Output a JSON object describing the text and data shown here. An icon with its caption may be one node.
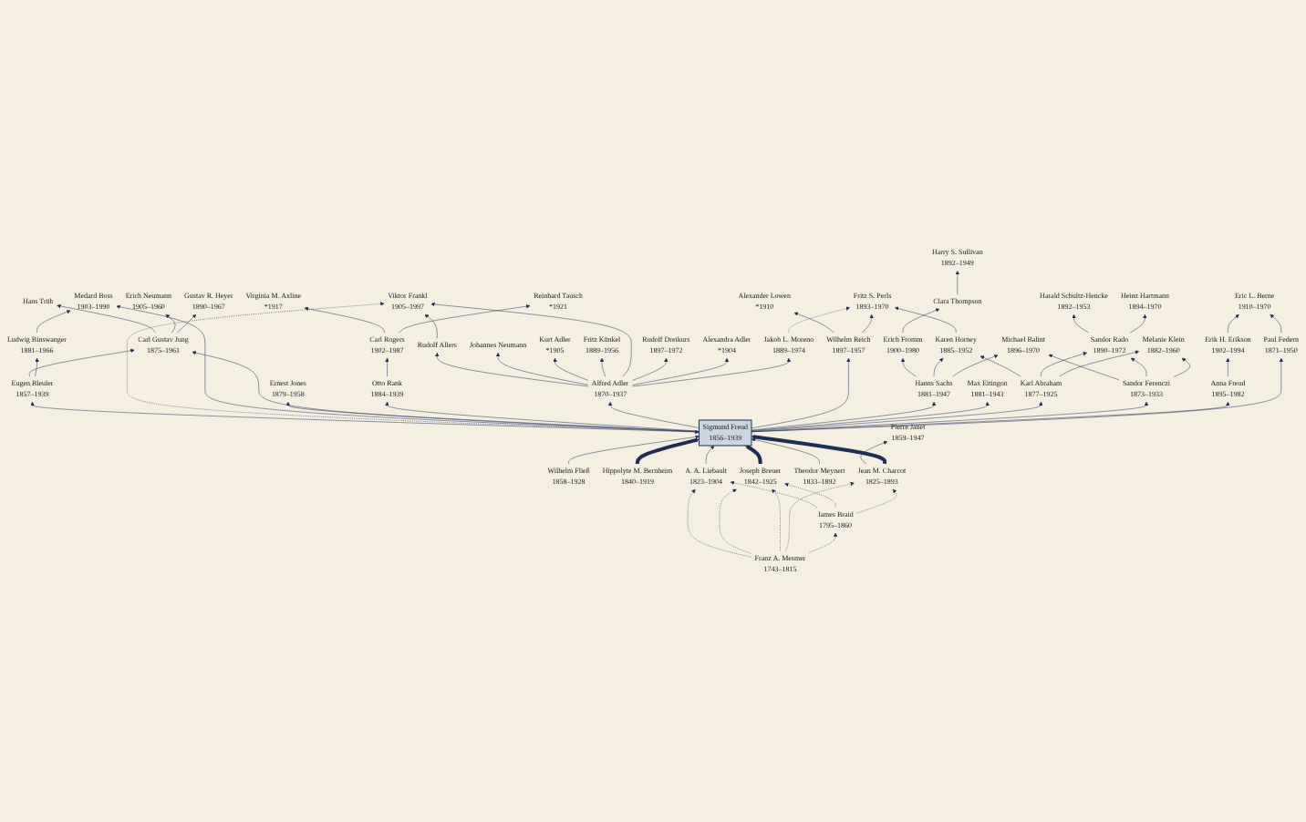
{
  "diagram": {
    "nodes": [
      {
        "text": [
          "Reinhard Tausch",
          "*1921"
        ]
      },
      {
        "text": [
          "Rudolf Dreikurs",
          "1897–1972"
        ]
      },
      {
        "text": [
          "Eric L. Berne",
          "1910–1970"
        ]
      },
      {
        "text": [
          "Viktor Frankl",
          "1905–1997"
        ]
      },
      {
        "text": [
          "Virginia M. Axline",
          "*1917"
        ]
      },
      {
        "text": [
          "Heinz Hartmann",
          "1894–1970"
        ]
      },
      {
        "text": [
          "Johannes Neumann"
        ]
      },
      {
        "text": [
          "Rudolf Allers"
        ]
      },
      {
        "text": [
          "Erich Neumann",
          "1905–1960"
        ]
      },
      {
        "text": [
          "Harald Schultz-Hencke",
          "1892–1953"
        ]
      },
      {
        "text": [
          "Harry S. Sullivan",
          "1892–1949"
        ]
      },
      {
        "text": [
          "Clara Thompson"
        ]
      },
      {
        "text": [
          "Fritz S. Perls",
          "1893–1970"
        ]
      },
      {
        "text": [
          "Fritz Künkel",
          "1889–1956"
        ]
      },
      {
        "text": [
          "Kurt Adler",
          "*1905"
        ]
      },
      {
        "text": [
          "Carl Rogers",
          "1902–1987"
        ]
      },
      {
        "text": [
          "Erik H. Erikson",
          "1902–1994"
        ]
      },
      {
        "text": [
          "Karen Horney",
          "1885–1952"
        ]
      },
      {
        "text": [
          "Erich Fromm",
          "1900–1980"
        ]
      },
      {
        "text": [
          "Alexander Lowen",
          "*1910"
        ]
      },
      {
        "text": [
          "Alexandra Adler",
          "*1904"
        ]
      },
      {
        "text": [
          "Hans Trüb"
        ]
      },
      {
        "text": [
          "Gustav R. Heyer",
          "1890–1967"
        ]
      },
      {
        "text": [
          "Melanie Klein",
          "1882–1960"
        ]
      },
      {
        "text": [
          "Sandor Rado",
          "1890–1972"
        ]
      },
      {
        "text": [
          "Michael Balint",
          "1896–1970"
        ]
      },
      {
        "text": [
          "Medard Boss",
          "1903–1990"
        ]
      },
      {
        "text": [
          "Jakob L. Moreno",
          "1889–1974"
        ]
      },
      {
        "text": [
          "Ludwig Binswanger",
          "1881–1966"
        ]
      },
      {
        "text": [
          "Anna Freud",
          "1895–1982"
        ]
      },
      {
        "text": [
          "Wilhelm Reich",
          "1897–1957"
        ]
      },
      {
        "text": [
          "Alfred Adler",
          "1870–1937"
        ]
      },
      {
        "text": [
          "Paul Federn",
          "1871–1950"
        ]
      },
      {
        "text": [
          "Sandor Ferenczi",
          "1873–1933"
        ]
      },
      {
        "text": [
          "Karl Abraham",
          "1877–1925"
        ]
      },
      {
        "text": [
          "Max Eitingon",
          "1881–1943"
        ]
      },
      {
        "text": [
          "Hanns Sachs",
          "1881–1947"
        ]
      },
      {
        "text": [
          "Otto Rank",
          "1884–1939"
        ]
      },
      {
        "text": [
          "Ernest Jones",
          "1879–1958"
        ]
      },
      {
        "text": [
          "Carl Gustav Jung",
          "1875–1961"
        ]
      },
      {
        "text": [
          "Pierre Janet",
          "1859–1947"
        ]
      },
      {
        "text": [
          "Wilhelm Fließ",
          "1858–1928"
        ]
      },
      {
        "text": [
          "Sigmund Freud",
          "1856–1939"
        ]
      },
      {
        "text": [
          "Eugen Bleuler",
          "1857–1939"
        ]
      },
      {
        "text": [
          "Hippolyte M. Bernheim",
          "1840–1919"
        ]
      },
      {
        "text": [
          "Jean M. Charcot",
          "1825–1893"
        ]
      },
      {
        "text": [
          "Joseph Breuer",
          "1842–1925"
        ]
      },
      {
        "text": [
          "Theodor Meynert",
          "1833–1892"
        ]
      },
      {
        "text": [
          "A. A. Liebault",
          "1823–1904"
        ]
      },
      {
        "text": [
          "James Braid",
          "1795–1860"
        ]
      },
      {
        "text": [
          "Franz A. Mesmer",
          "1743–1815"
        ]
      }
    ],
    "edges": [
      {
        "from": 42,
        "to": 32,
        "arrow": "to"
      },
      {
        "from": 42,
        "to": 29,
        "arrow": "to"
      },
      {
        "from": 42,
        "to": 33,
        "arrow": "to"
      },
      {
        "from": 42,
        "to": 34,
        "arrow": "to"
      },
      {
        "from": 42,
        "to": 35,
        "arrow": "to"
      },
      {
        "from": 42,
        "to": 36,
        "arrow": "to"
      },
      {
        "from": 42,
        "to": 30,
        "arrow": "to"
      },
      {
        "from": 42,
        "to": 31,
        "arrow": "to"
      },
      {
        "from": 42,
        "to": 37,
        "arrow": "to"
      },
      {
        "from": 42,
        "to": 38,
        "arrow": "to"
      },
      {
        "from": 42,
        "to": 39,
        "arrow": "to"
      },
      {
        "from": 42,
        "to": 26,
        "arrow": "to"
      },
      {
        "from": 42,
        "to": 3,
        "arrow": "to",
        "style": "dashed"
      },
      {
        "from": 42,
        "to": 43,
        "arrow": "both"
      },
      {
        "from": 41,
        "to": 42,
        "arrow": "to"
      },
      {
        "from": 45,
        "to": 42,
        "arrow": "to",
        "style": "thick"
      },
      {
        "from": 45,
        "to": 40,
        "arrow": "to"
      },
      {
        "from": 46,
        "to": 42,
        "arrow": "to",
        "style": "thick"
      },
      {
        "from": 47,
        "to": 42,
        "arrow": "to"
      },
      {
        "from": 48,
        "to": 42,
        "arrow": "to"
      },
      {
        "from": 44,
        "to": 42,
        "arrow": "to",
        "style": "thick"
      },
      {
        "from": 50,
        "to": 49,
        "arrow": "to",
        "style": "dashed"
      },
      {
        "from": 50,
        "to": 45,
        "arrow": "to",
        "style": "dashed"
      },
      {
        "from": 50,
        "to": 46,
        "arrow": "to",
        "style": "dashed"
      },
      {
        "from": 50,
        "to": 46,
        "arrow": "to",
        "style": "dashed"
      },
      {
        "from": 50,
        "to": 48,
        "arrow": "to",
        "style": "dashed"
      },
      {
        "from": 49,
        "to": 45,
        "arrow": "to",
        "style": "dashed"
      },
      {
        "from": 49,
        "to": 46,
        "arrow": "to",
        "style": "dashed"
      },
      {
        "from": 49,
        "to": 48,
        "arrow": "to",
        "style": "dashed"
      },
      {
        "from": 43,
        "to": 28,
        "arrow": "to"
      },
      {
        "from": 43,
        "to": 39,
        "arrow": "to"
      },
      {
        "from": 28,
        "to": 26,
        "arrow": "to"
      },
      {
        "from": 31,
        "to": 27,
        "arrow": "to"
      },
      {
        "from": 31,
        "to": 20,
        "arrow": "to"
      },
      {
        "from": 31,
        "to": 1,
        "arrow": "to"
      },
      {
        "from": 31,
        "to": 3,
        "arrow": "to"
      },
      {
        "from": 31,
        "to": 13,
        "arrow": "to"
      },
      {
        "from": 31,
        "to": 14,
        "arrow": "to"
      },
      {
        "from": 31,
        "to": 6,
        "arrow": "to"
      },
      {
        "from": 31,
        "to": 7,
        "arrow": "to"
      },
      {
        "from": 7,
        "to": 3,
        "arrow": "to"
      },
      {
        "from": 27,
        "to": 12,
        "arrow": "to",
        "style": "dashed"
      },
      {
        "from": 30,
        "to": 12,
        "arrow": "to"
      },
      {
        "from": 30,
        "to": 19,
        "arrow": "to"
      },
      {
        "from": 17,
        "to": 12,
        "arrow": "to"
      },
      {
        "from": 18,
        "to": 11,
        "arrow": "to"
      },
      {
        "from": 11,
        "to": 10,
        "arrow": "to"
      },
      {
        "from": 33,
        "to": 23,
        "arrow": "to"
      },
      {
        "from": 33,
        "to": 24,
        "arrow": "to"
      },
      {
        "from": 33,
        "to": 25,
        "arrow": "to"
      },
      {
        "from": 34,
        "to": 23,
        "arrow": "to"
      },
      {
        "from": 34,
        "to": 24,
        "arrow": "to"
      },
      {
        "from": 34,
        "to": 17,
        "arrow": "to"
      },
      {
        "from": 36,
        "to": 25,
        "arrow": "to"
      },
      {
        "from": 36,
        "to": 17,
        "arrow": "to"
      },
      {
        "from": 36,
        "to": 18,
        "arrow": "to"
      },
      {
        "from": 24,
        "to": 5,
        "arrow": "to"
      },
      {
        "from": 24,
        "to": 9,
        "arrow": "to"
      },
      {
        "from": 29,
        "to": 16,
        "arrow": "to"
      },
      {
        "from": 16,
        "to": 2,
        "arrow": "to"
      },
      {
        "from": 32,
        "to": 2,
        "arrow": "to"
      },
      {
        "from": 37,
        "to": 15,
        "arrow": "to"
      },
      {
        "from": 15,
        "to": 0,
        "arrow": "to"
      },
      {
        "from": 15,
        "to": 4,
        "arrow": "to"
      },
      {
        "from": 39,
        "to": 22,
        "arrow": "to"
      },
      {
        "from": 39,
        "to": 8,
        "arrow": "to"
      },
      {
        "from": 39,
        "to": 21,
        "arrow": "to"
      }
    ]
  }
}
